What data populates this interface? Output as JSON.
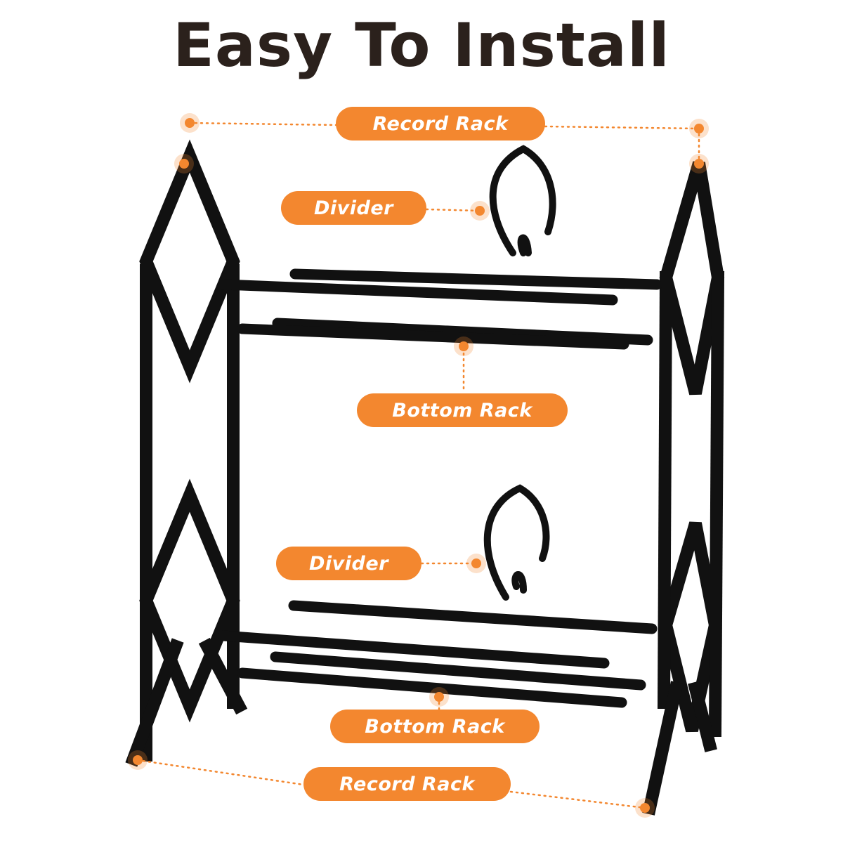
{
  "title": "Easy To Install",
  "labels": {
    "record_rack_top": "Record Rack",
    "divider_top": "Divider",
    "bottom_rack_upper": "Bottom Rack",
    "divider_lower": "Divider",
    "bottom_rack_lower": "Bottom Rack",
    "record_rack_bottom": "Record Rack"
  },
  "colors": {
    "accent": "#f3872f",
    "frame": "#111111",
    "title": "#2b211c"
  }
}
